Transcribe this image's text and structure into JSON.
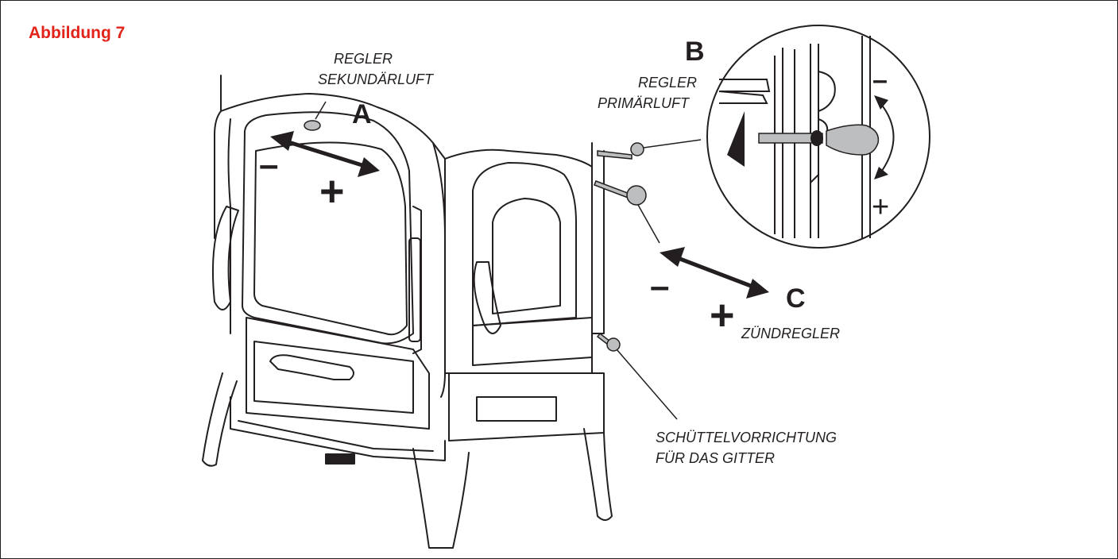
{
  "figure": {
    "title": "Abbildung 7",
    "title_color": "#e2231a"
  },
  "labels": {
    "a": {
      "letter": "A",
      "line1": "REGLER",
      "line2": "SEKUNDÄRLUFT"
    },
    "b": {
      "letter": "B",
      "line1": "REGLER",
      "line2": "PRIMÄRLUFT"
    },
    "c": {
      "letter": "C",
      "line1": "ZÜNDREGLER"
    },
    "shaker": {
      "line1": "SCHÜTTELVORRICHTUNG",
      "line2": "FÜR DAS GITTER"
    }
  },
  "signs": {
    "minus": "–",
    "plus": "+"
  },
  "line_color": "#231f20"
}
